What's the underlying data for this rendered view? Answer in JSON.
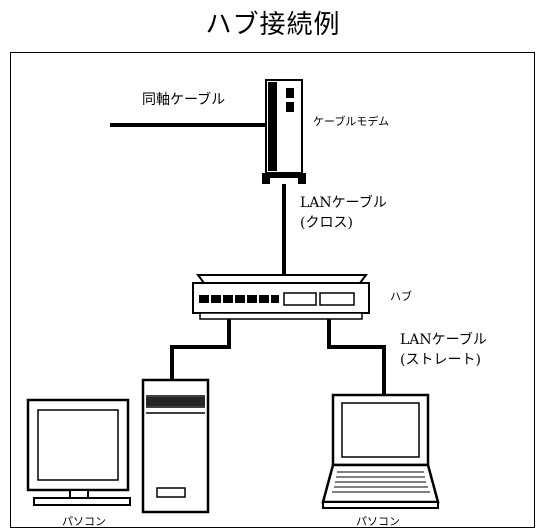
{
  "title": "ハブ接続例",
  "labels": {
    "coax_cable": "同軸ケーブル",
    "cable_modem": "ケーブルモデム",
    "lan_cable_cross_line1": "LANケーブル",
    "lan_cable_cross_line2": "(クロス)",
    "hub": "ハブ",
    "lan_cable_straight_line1": "LANケーブル",
    "lan_cable_straight_line2": "(ストレート)",
    "pc_desktop": "パソコン",
    "pc_laptop": "パソコン"
  },
  "icons": [
    "cable-modem-icon",
    "hub-icon",
    "desktop-monitor-icon",
    "desktop-tower-icon",
    "laptop-icon"
  ]
}
